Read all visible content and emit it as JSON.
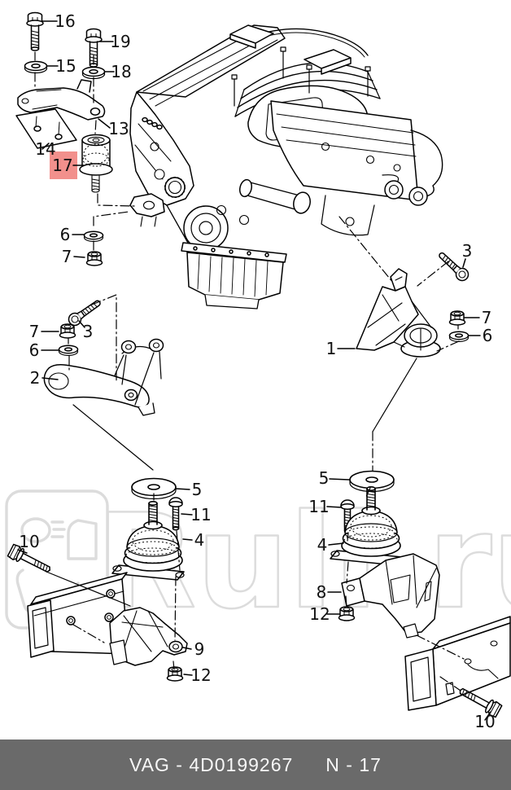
{
  "page": {
    "background": "#ffffff",
    "ink": "#000000"
  },
  "watermark": {
    "text": "Ruli.ru",
    "color": "#dcdcdc"
  },
  "highlight": {
    "part": "17",
    "color": "#f2908c"
  },
  "callouts": {
    "c16": "16",
    "c19": "19",
    "c15": "15",
    "c18": "18",
    "c13": "13",
    "c14": "14",
    "c17": "17",
    "c6a": "6",
    "c7a": "7",
    "c3a": "3",
    "c7b": "7",
    "c6b": "6",
    "c2": "2",
    "c3b": "3",
    "c7c": "7",
    "c6c": "6",
    "c1": "1",
    "c5a": "5",
    "c11a": "11",
    "c4a": "4",
    "c10a": "10",
    "c9": "9",
    "c12a": "12",
    "c5b": "5",
    "c11b": "11",
    "c4b": "4",
    "c8": "8",
    "c12b": "12",
    "c10b": "10"
  },
  "footer": {
    "brand_code": "VAG - 4D0199267",
    "page_code": "N - 17",
    "bg": "#6a6a6a",
    "fg": "#ffffff"
  }
}
